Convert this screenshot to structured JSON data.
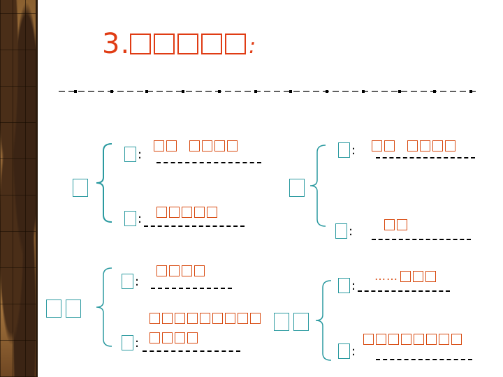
{
  "title": {
    "number": "3.",
    "heading_boxes": 5,
    "colon": ":"
  },
  "groups": [
    {
      "id": "top-left",
      "head_boxes": 1,
      "items": [
        {
          "label_colon": ":",
          "answer_boxes": [
            2,
            4
          ]
        },
        {
          "label_colon": ":",
          "answer_boxes": [
            5
          ]
        }
      ]
    },
    {
      "id": "top-right",
      "head_boxes": 1,
      "items": [
        {
          "label_colon": ":",
          "answer_boxes": [
            2,
            4
          ]
        },
        {
          "label_colon": ":",
          "answer_boxes": [
            2
          ]
        }
      ]
    },
    {
      "id": "bottom-left",
      "head_boxes": 2,
      "items": [
        {
          "label_colon": ":",
          "answer_boxes": [
            4
          ]
        },
        {
          "label_colon": ":",
          "answer_boxes": [
            9,
            4
          ]
        }
      ]
    },
    {
      "id": "bottom-right",
      "head_boxes": 2,
      "items": [
        {
          "label_colon": ":",
          "answer_prefix": "……",
          "answer_boxes": [
            3
          ]
        },
        {
          "label_colon": ":",
          "answer_boxes": [
            8
          ]
        }
      ]
    }
  ],
  "colors": {
    "title": "#e03c14",
    "label": "#2b9aa0",
    "answer": "#d84a10",
    "brace": "#2b9aa0"
  }
}
